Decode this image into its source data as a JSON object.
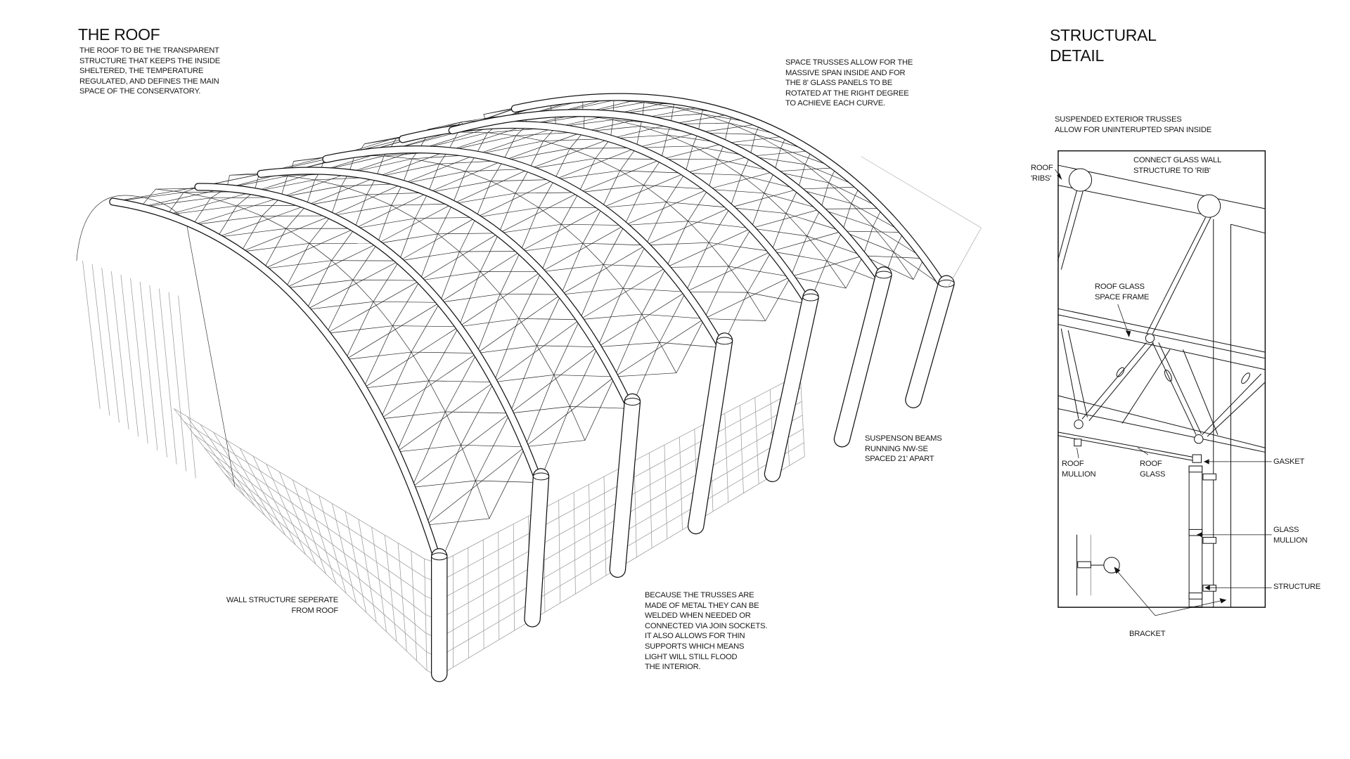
{
  "roof": {
    "title": "THE ROOF",
    "description": [
      "THE ROOF TO BE THE TRANSPARENT",
      "STRUCTURE THAT KEEPS THE INSIDE",
      "SHELTERED, THE TEMPERATURE",
      "REGULATED, AND DEFINES THE MAIN",
      "SPACE OF THE CONSERVATORY."
    ],
    "notes": {
      "space_trusses": [
        "SPACE TRUSSES ALLOW FOR THE",
        "MASSIVE SPAN INSIDE AND FOR",
        "THE 8' GLASS PANELS TO BE",
        "ROTATED AT THE RIGHT DEGREE",
        "TO ACHIEVE EACH CURVE."
      ],
      "suspension_beams": [
        "SUSPENSON BEAMS",
        "RUNNING NW-SE",
        "SPACED 21' APART"
      ],
      "trusses_metal": [
        "BECAUSE THE TRUSSES ARE",
        "MADE OF METAL THEY CAN BE",
        "WELDED WHEN NEEDED OR",
        "CONNECTED VIA JOIN SOCKETS.",
        "IT ALSO ALLOWS FOR THIN",
        "SUPPORTS WHICH MEANS",
        "LIGHT WILL STILL FLOOD",
        "THE INTERIOR."
      ],
      "wall_structure": [
        "WALL STRUCTURE SEPERATE",
        "FROM ROOF"
      ]
    }
  },
  "detail": {
    "title": [
      "STRUCTURAL",
      "DETAIL"
    ],
    "intro": [
      "SUSPENDED EXTERIOR TRUSSES",
      "ALLOW FOR UNINTERUPTED SPAN INSIDE"
    ],
    "labels": {
      "roof_ribs": [
        "ROOF",
        "'RIBS'"
      ],
      "connect": [
        "CONNECT GLASS WALL",
        "STRUCTURE TO 'RIB'"
      ],
      "space_frame": [
        "ROOF GLASS",
        "SPACE FRAME"
      ],
      "roof_mullion": [
        "ROOF",
        "MULLION"
      ],
      "roof_glass": [
        "ROOF",
        "GLASS"
      ],
      "gasket": "GASKET",
      "glass_mullion": [
        "GLASS",
        "MULLION"
      ],
      "structure": "STRUCTURE",
      "bracket": "BRACKET"
    }
  }
}
